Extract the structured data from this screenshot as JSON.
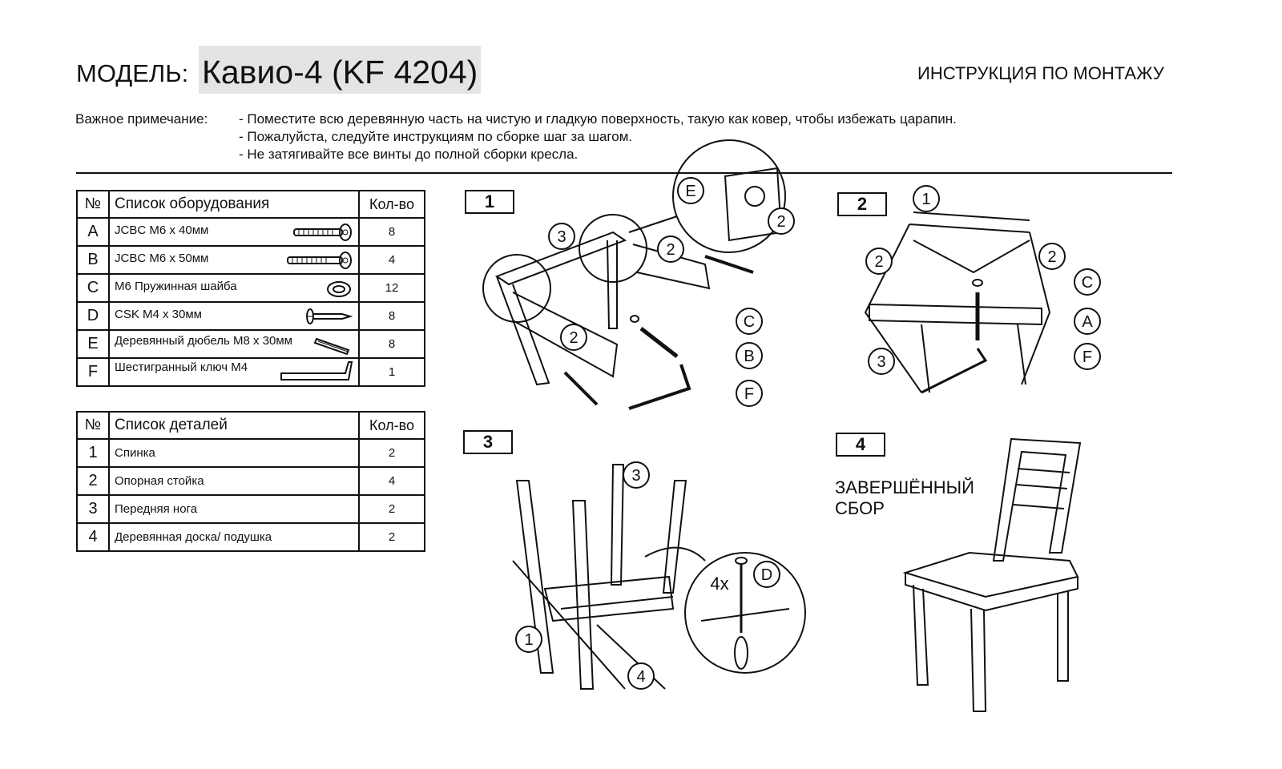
{
  "header": {
    "model_label": "МОДЕЛЬ:",
    "model_name": "Кавио-4 (KF 4204)",
    "doc_title": "ИНСТРУКЦИЯ ПО МОНТАЖУ"
  },
  "notes": {
    "label": "Важное примечание:",
    "items": [
      "- Поместите всю деревянную часть на чистую и гладкую поверхность, такую как ковер, чтобы избежать царапин.",
      "- Пожалуйста, следуйте инструкциям по сборке шаг за шагом.",
      "- Не затягивайте все винты до полной сборки кресла."
    ]
  },
  "hardware_table": {
    "headers": [
      "№",
      "Список оборудования",
      "Кол-во"
    ],
    "rows": [
      {
        "id": "A",
        "name": "JCBC M6 x 40мм",
        "qty": "8",
        "icon": "bolt-icon"
      },
      {
        "id": "B",
        "name": "JCBC M6 x 50мм",
        "qty": "4",
        "icon": "bolt-icon"
      },
      {
        "id": "C",
        "name": "M6 Пружинная шайба",
        "qty": "12",
        "icon": "washer-icon"
      },
      {
        "id": "D",
        "name": "CSK M4 x 30мм",
        "qty": "8",
        "icon": "screw-icon"
      },
      {
        "id": "E",
        "name": "Деревянный дюбель M8 x 30мм",
        "qty": "8",
        "icon": "dowel-icon"
      },
      {
        "id": "F",
        "name": "Шестигранный ключ M4",
        "qty": "1",
        "icon": "hex-key-icon"
      }
    ]
  },
  "parts_table": {
    "headers": [
      "№",
      "Список деталей",
      "Кол-во"
    ],
    "rows": [
      {
        "id": "1",
        "name": "Спинка",
        "qty": "2"
      },
      {
        "id": "2",
        "name": "Опорная стойка",
        "qty": "4"
      },
      {
        "id": "3",
        "name": "Передняя нога",
        "qty": "2"
      },
      {
        "id": "4",
        "name": "Деревянная доска/ подушка",
        "qty": "2"
      }
    ]
  },
  "steps": {
    "s1": {
      "label": "1",
      "callouts": [
        "E",
        "2",
        "3",
        "2",
        "2",
        "C",
        "B",
        "F"
      ]
    },
    "s2": {
      "label": "2",
      "callouts": [
        "1",
        "2",
        "2",
        "C",
        "A",
        "3",
        "F"
      ]
    },
    "s3": {
      "label": "3",
      "callouts": [
        "3",
        "1",
        "4",
        "D"
      ],
      "multiplier": "4x"
    },
    "s4": {
      "label": "4",
      "finished": [
        "ЗАВЕРШЁННЫЙ",
        "СБОР"
      ]
    }
  }
}
